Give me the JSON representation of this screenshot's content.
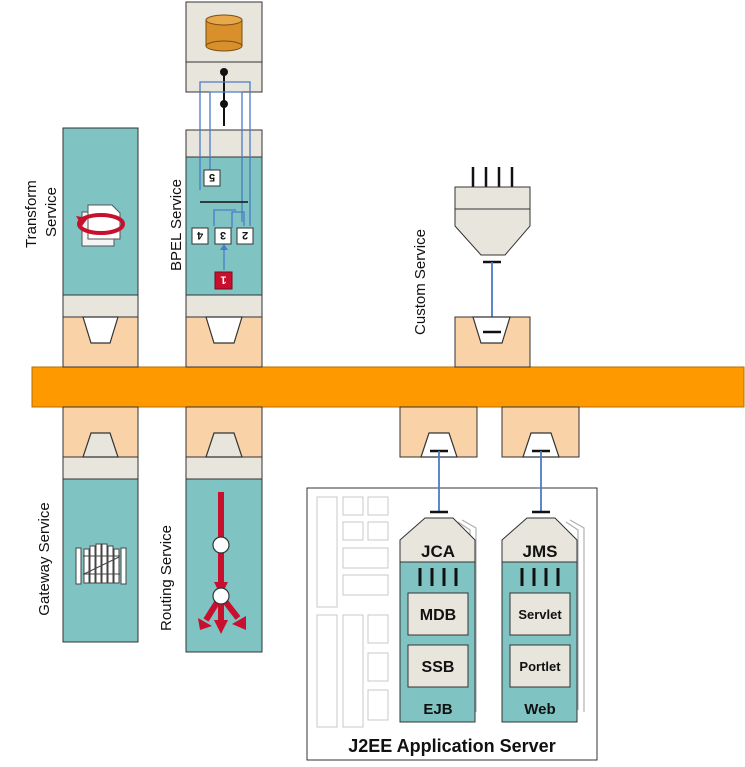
{
  "services": {
    "transform": [
      "Transform",
      "Service"
    ],
    "bpel": "BPEL Service",
    "custom": "Custom Service",
    "gateway": "Gateway Service",
    "routing": "Routing Service"
  },
  "bpel_steps": [
    "1",
    "2",
    "3",
    "4",
    "5"
  ],
  "j2ee": {
    "title": "J2EE Application Server",
    "connectors": [
      "JCA",
      "JMS"
    ],
    "ejb": {
      "label": "EJB",
      "components": [
        "MDB",
        "SSB"
      ]
    },
    "web": {
      "label": "Web",
      "components": [
        "Servlet",
        "Portlet"
      ]
    }
  },
  "colors": {
    "bus": "#FF9900",
    "teal": "#7FC4C2",
    "peach": "#F9D2A8",
    "adapter_gray": "#E8E6DC",
    "link_blue": "#4A7AC8",
    "step_red": "#C8102E",
    "database": "#D98F2B"
  }
}
